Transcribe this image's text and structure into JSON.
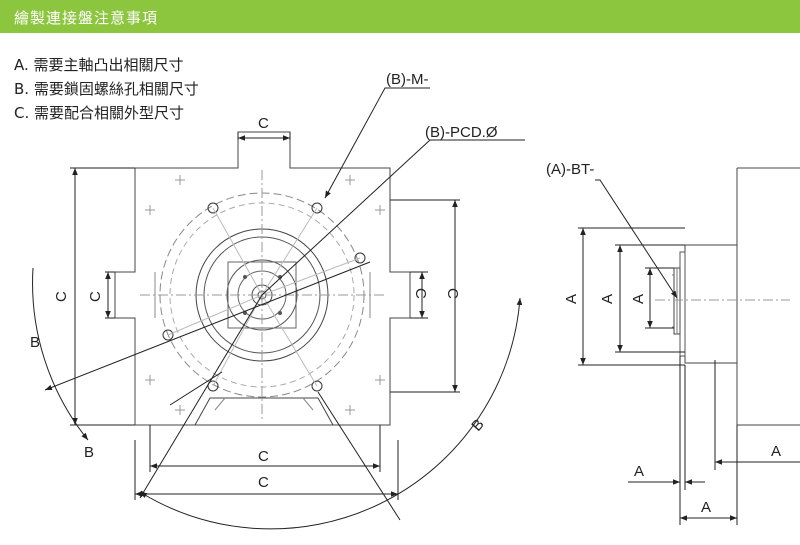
{
  "header": {
    "title": "繪製連接盤注意事項",
    "bg_color": "#8cc63f"
  },
  "notes": [
    "A. 需要主軸凸出相關尺寸",
    "B. 需要鎖固螺絲孔相關尺寸",
    "C. 需要配合相關外型尺寸"
  ],
  "callouts": {
    "bm": "(B)-M-",
    "bpcd": "(B)-PCD.Ø",
    "abt": "(A)-BT-"
  },
  "dimension_labels": {
    "c": "C",
    "b": "B",
    "a": "A"
  }
}
